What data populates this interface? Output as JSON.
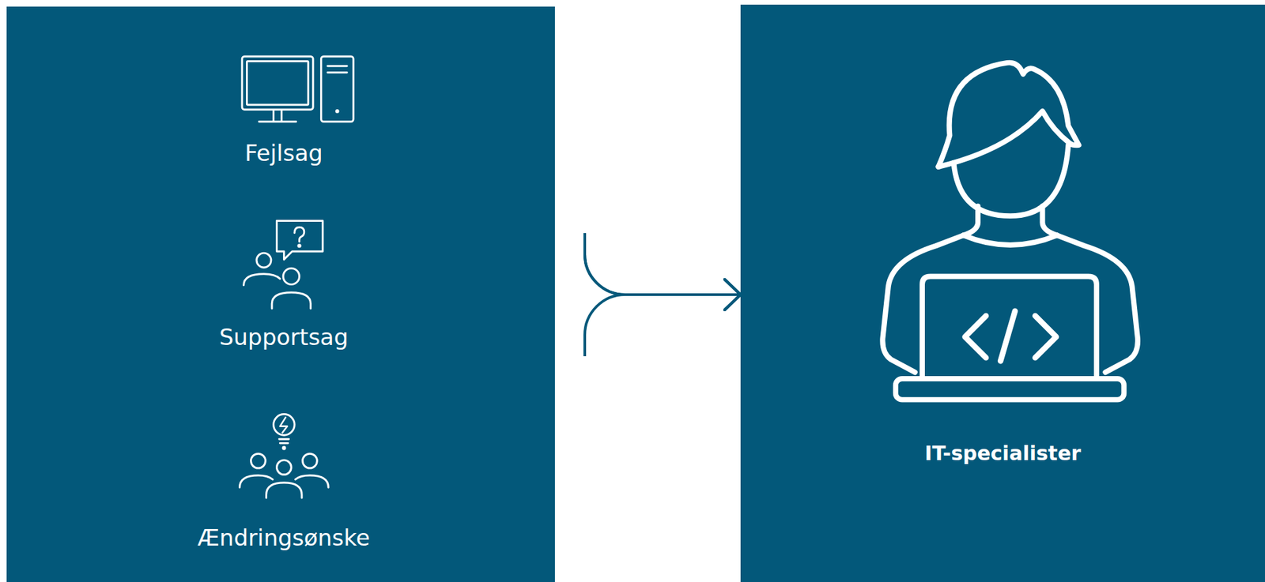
{
  "diagram": {
    "nodes": [
      {
        "text": [
          "Fejlsag"
        ]
      },
      {
        "text": [
          "Supportsag"
        ]
      },
      {
        "text": [
          "Ændringsønske"
        ]
      },
      {
        "text": [
          "IT-specialister"
        ]
      }
    ],
    "edges": [
      {
        "from": 0,
        "to": 3,
        "arrow": "to"
      },
      {
        "from": 1,
        "to": 3,
        "arrow": "to"
      },
      {
        "from": 2,
        "to": 3,
        "arrow": "to"
      }
    ]
  }
}
